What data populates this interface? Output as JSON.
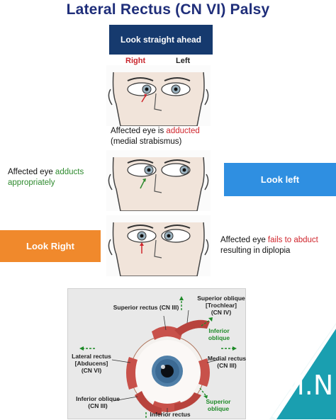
{
  "title": "Lateral Rectus (CN VI) Palsy",
  "panel1": {
    "banner": "Look straight ahead",
    "label_right": "Right",
    "label_left": "Left",
    "caption_line1_prefix": "Affected eye is ",
    "caption_line1_emph": "adducted",
    "caption_line2": "(medial strabismus)"
  },
  "panel2": {
    "caption_line1_prefix": "Affected eye ",
    "caption_line1_emph": "adducts",
    "caption_line2": "appropriately",
    "button": "Look left"
  },
  "panel3": {
    "button": "Look Right",
    "caption_line1_prefix": "Affected eye ",
    "caption_line1_emph": "fails to abduct",
    "caption_line2": "resulting in diplopia"
  },
  "diagram": {
    "superior_rectus": "Superior rectus (CN III)",
    "superior_oblique_top_1": "Superior oblique",
    "superior_oblique_top_2": "[Trochlear]",
    "superior_oblique_top_3": "(CN IV)",
    "inferior_oblique_green_1": "Inferior",
    "inferior_oblique_green_2": "oblique",
    "lateral_rectus_1": "Lateral rectus",
    "lateral_rectus_2": "[Abducens]",
    "lateral_rectus_3": "(CN VI)",
    "medial_rectus_1": "Medial rectus",
    "medial_rectus_2": "(CN III)",
    "inferior_oblique_1": "Inferior oblique",
    "inferior_oblique_2": "(CN III)",
    "inferior_rectus": "Inferior rectus",
    "superior_oblique_green_1": "Superior",
    "superior_oblique_green_2": "oblique"
  },
  "watermark": "M.N",
  "colors": {
    "title": "#1f2e7a",
    "navy": "#163a6e",
    "blue": "#2f8fe1",
    "orange": "#f0892c",
    "red": "#d0262d",
    "green": "#2e8a2e",
    "teal": "#1a9fb0"
  }
}
